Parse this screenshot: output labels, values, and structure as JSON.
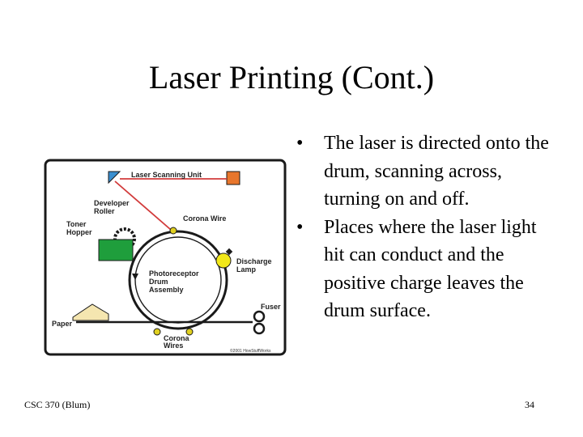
{
  "slide": {
    "title": "Laser Printing (Cont.)",
    "bullets": [
      "The laser is directed onto the drum, scanning across, turning on and off.",
      "Places where the laser light hit can conduct and the positive charge leaves the drum surface."
    ],
    "bullet_glyph": "•",
    "footer_left": "CSC 370 (Blum)",
    "page_number": "34"
  },
  "diagram": {
    "labels": {
      "laser_unit": "Laser Scanning Unit",
      "developer": [
        "Developer",
        "Roller"
      ],
      "toner": [
        "Toner",
        "Hopper"
      ],
      "corona_wire": "Corona Wire",
      "photoreceptor": [
        "Photoreceptor",
        "Drum",
        "Assembly"
      ],
      "discharge": [
        "Discharge",
        "Lamp"
      ],
      "fuser": "Fuser",
      "paper": "Paper",
      "corona_wires": [
        "Corona",
        "Wires"
      ],
      "copyright": "©2001 HowStuffWorks"
    },
    "colors": {
      "laser_beam": "#d23b3b",
      "laser_unit_box": "#e8762c",
      "mirror": "#3a8fd0",
      "toner": "#1f9e3c",
      "lamp": "#f2e81a",
      "corona": "#e0d020",
      "paper_tray": "#f5e6b0",
      "border": "#1a1a1a"
    }
  }
}
